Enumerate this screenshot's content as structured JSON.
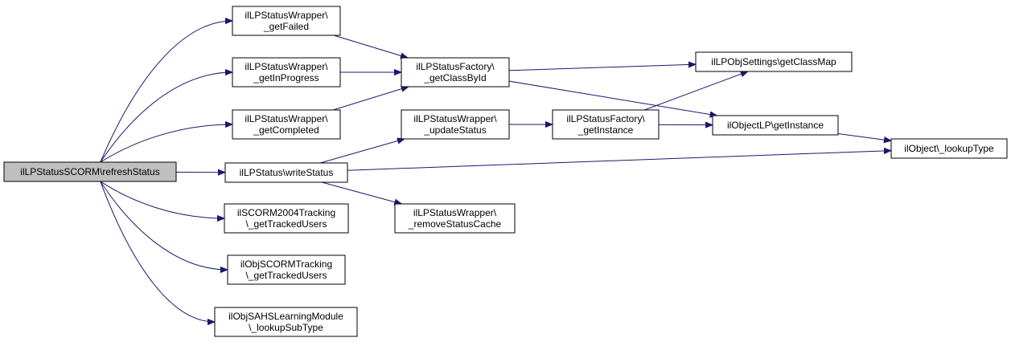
{
  "nodes": [
    {
      "id": "root",
      "lines": [
        "ilLPStatusSCORM\\refreshStatus"
      ],
      "root": true
    },
    {
      "id": "getFailed",
      "lines": [
        "ilLPStatusWrapper\\",
        "_getFailed"
      ]
    },
    {
      "id": "getInProgress",
      "lines": [
        "ilLPStatusWrapper\\",
        "_getInProgress"
      ]
    },
    {
      "id": "getCompleted",
      "lines": [
        "ilLPStatusWrapper\\",
        "_getCompleted"
      ]
    },
    {
      "id": "writeStatus",
      "lines": [
        "ilLPStatus\\writeStatus"
      ]
    },
    {
      "id": "scorm2004",
      "lines": [
        "ilSCORM2004Tracking",
        "\\_getTrackedUsers"
      ]
    },
    {
      "id": "objScorm",
      "lines": [
        "ilObjSCORMTracking",
        "\\_getTrackedUsers"
      ]
    },
    {
      "id": "sahs",
      "lines": [
        "ilObjSAHSLearningModule",
        "\\_lookupSubType"
      ]
    },
    {
      "id": "getClassById",
      "lines": [
        "ilLPStatusFactory\\",
        "_getClassById"
      ]
    },
    {
      "id": "updateStatus",
      "lines": [
        "ilLPStatusWrapper\\",
        "_updateStatus"
      ]
    },
    {
      "id": "removeCache",
      "lines": [
        "ilLPStatusWrapper\\",
        "_removeStatusCache"
      ]
    },
    {
      "id": "getInstanceFactory",
      "lines": [
        "ilLPStatusFactory\\",
        "_getInstance"
      ]
    },
    {
      "id": "getClassMap",
      "lines": [
        "ilLPObjSettings\\getClassMap"
      ]
    },
    {
      "id": "objectLP",
      "lines": [
        "ilObjectLP\\getInstance"
      ]
    },
    {
      "id": "lookupType",
      "lines": [
        "ilObject\\_lookupType"
      ]
    }
  ],
  "edges": [
    {
      "from": "root",
      "to": "getFailed"
    },
    {
      "from": "root",
      "to": "getInProgress"
    },
    {
      "from": "root",
      "to": "getCompleted"
    },
    {
      "from": "root",
      "to": "writeStatus"
    },
    {
      "from": "root",
      "to": "scorm2004"
    },
    {
      "from": "root",
      "to": "objScorm"
    },
    {
      "from": "root",
      "to": "sahs"
    },
    {
      "from": "getFailed",
      "to": "getClassById"
    },
    {
      "from": "getInProgress",
      "to": "getClassById"
    },
    {
      "from": "getCompleted",
      "to": "getClassById"
    },
    {
      "from": "writeStatus",
      "to": "updateStatus"
    },
    {
      "from": "writeStatus",
      "to": "removeCache"
    },
    {
      "from": "writeStatus",
      "to": "lookupType"
    },
    {
      "from": "getClassById",
      "to": "getClassMap"
    },
    {
      "from": "getClassById",
      "to": "objectLP"
    },
    {
      "from": "updateStatus",
      "to": "getInstanceFactory"
    },
    {
      "from": "getInstanceFactory",
      "to": "getClassMap"
    },
    {
      "from": "getInstanceFactory",
      "to": "objectLP"
    },
    {
      "from": "objectLP",
      "to": "lookupType"
    }
  ]
}
